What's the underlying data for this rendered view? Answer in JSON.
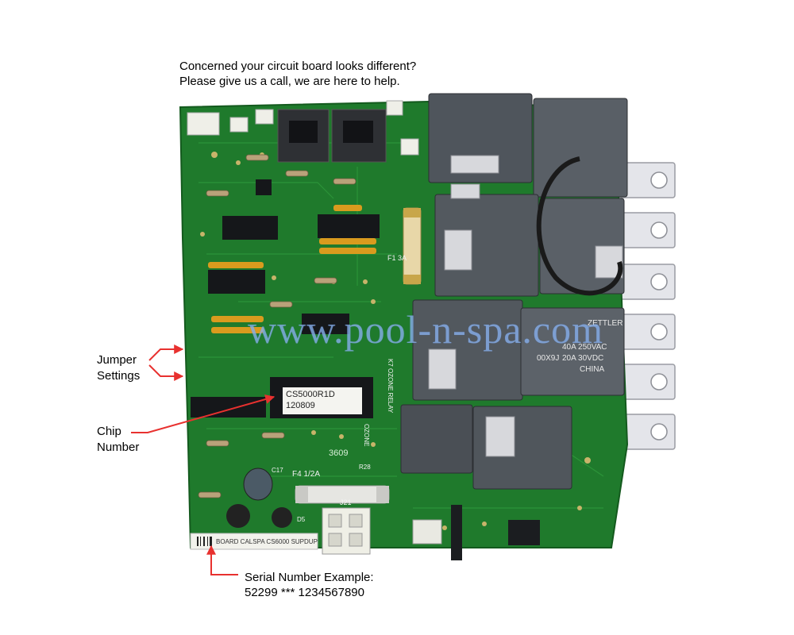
{
  "header": {
    "line1": "Concerned your circuit board looks different?",
    "line2": "Please give us a call, we are here to help."
  },
  "callouts": {
    "jumper_line1": "Jumper",
    "jumper_line2": "Settings",
    "chip_line1": "Chip",
    "chip_line2": "Number",
    "serial_line1": "Serial Number Example:",
    "serial_line2": "52299 *** 1234567890"
  },
  "watermark": "www.pool-n-spa.com",
  "chip_sticker": {
    "line1": "CS5000R1D",
    "line2": "120809"
  },
  "board_markings": {
    "fuse_main": "F1 3A",
    "fuse_small": "F4 1/2A",
    "j21": "J21",
    "board_id": "3609",
    "ozone": "OZONE",
    "bottom_strip": "BOARD CALSPA CS6000 SUPDUP",
    "r28": "R28",
    "c17": "C17",
    "d5": "D5",
    "k7": "K7 OZONE RELAY"
  },
  "relay_labels": {
    "brand": "ZETTLER",
    "rating_1": "40A 250VAC",
    "rating_2": "20A 30VDC",
    "country": "CHINA",
    "code": "00X9J"
  },
  "colors": {
    "board_green": "#1f7a2c",
    "relay_dark": "#4f555c",
    "terminal": "#e6e6ea",
    "arrow_red": "#e8312f",
    "watermark": "#96bef5"
  }
}
